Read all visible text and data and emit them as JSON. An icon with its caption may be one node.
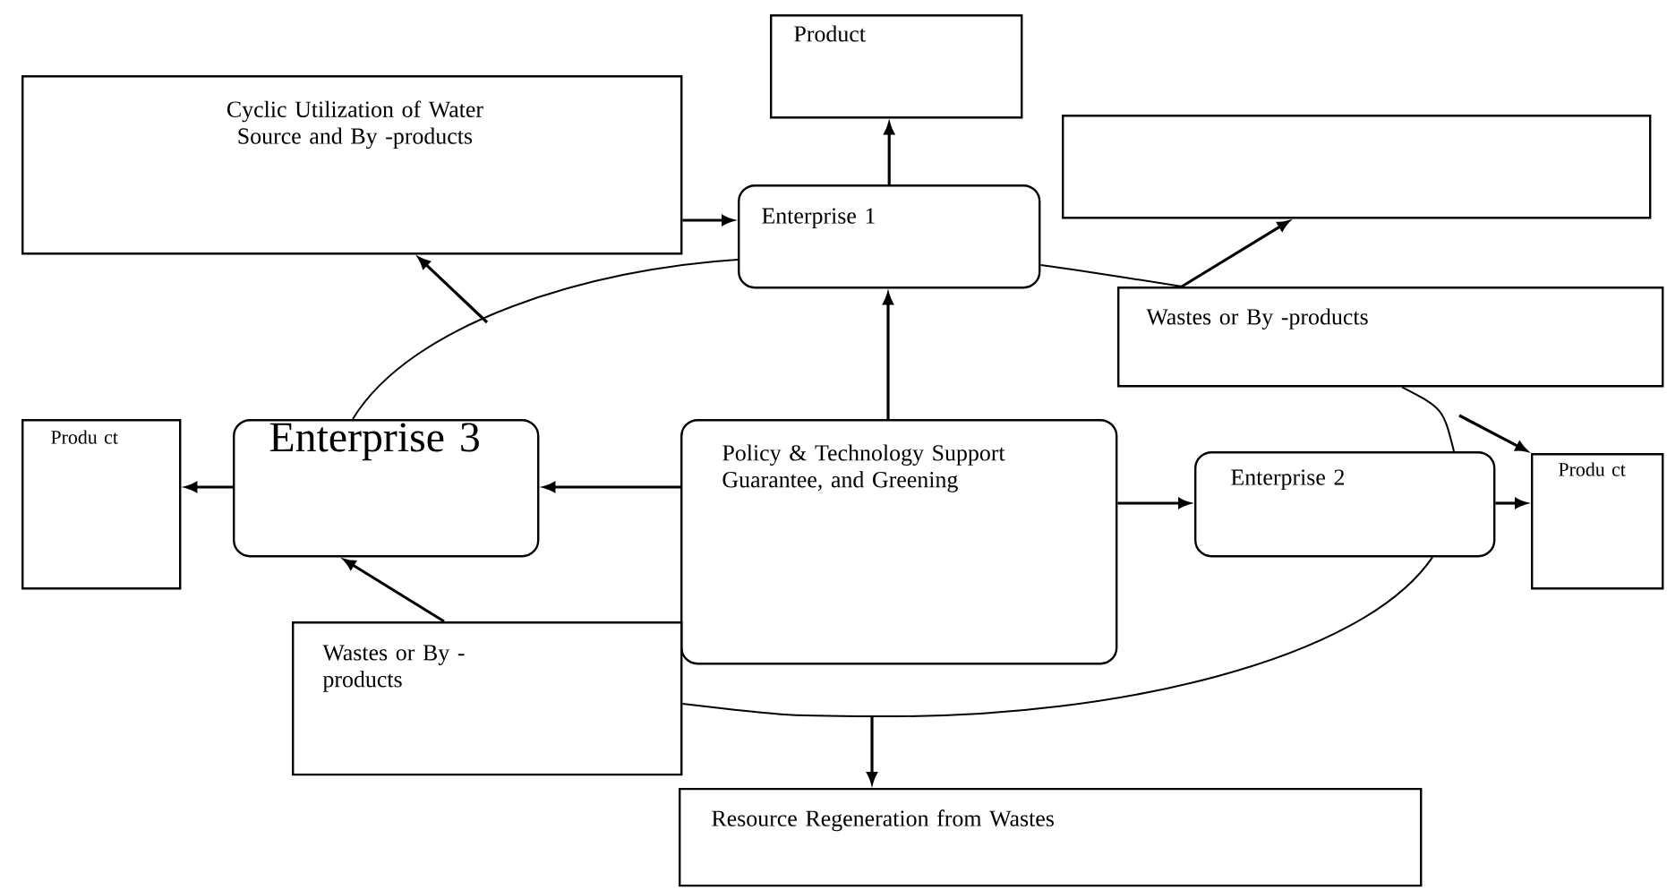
{
  "diagram": {
    "nodes": [
      {
        "text": [
          "Product"
        ]
      },
      {
        "text": [
          "Cyclic Utilization of Water Source and By -products"
        ]
      },
      {
        "text": [
          "Enterprise 1"
        ]
      },
      {
        "text": [],
        "shape": "box"
      },
      {
        "text": [
          "Wastes or By -products"
        ]
      },
      {
        "text": [
          "Produ ct"
        ]
      },
      {
        "text": [
          "Enterprise 3"
        ]
      },
      {
        "text": [
          "Policy & Technology Support Guarantee, and Greening"
        ]
      },
      {
        "text": [
          "Enterprise 2"
        ]
      },
      {
        "text": [
          "Produ ct"
        ]
      },
      {
        "text": [
          "Wastes or By - products"
        ]
      },
      {
        "text": [
          "Resource Regeneration from Wastes"
        ]
      }
    ],
    "edges": [
      {
        "from": 2,
        "to": 0,
        "arrow": "to"
      },
      {
        "from": 1,
        "to": 2,
        "arrow": "to"
      },
      {
        "from": 7,
        "to": 2,
        "arrow": "to"
      },
      {
        "from": 2,
        "to": 6,
        "arrow": "none"
      },
      {
        "from": null,
        "to": 1,
        "arrow": "to"
      },
      {
        "from": 2,
        "to": 4,
        "arrow": "none"
      },
      {
        "from": 4,
        "to": 3,
        "arrow": "to"
      },
      {
        "from": 4,
        "to": 8,
        "arrow": "none"
      },
      {
        "from": null,
        "to": 9,
        "arrow": "to"
      },
      {
        "from": 7,
        "to": 6,
        "arrow": "to"
      },
      {
        "from": 6,
        "to": 5,
        "arrow": "to"
      },
      {
        "from": 7,
        "to": 8,
        "arrow": "to"
      },
      {
        "from": 8,
        "to": 9,
        "arrow": "to"
      },
      {
        "from": 10,
        "to": 6,
        "arrow": "to"
      },
      {
        "from": 8,
        "to": 10,
        "arrow": "none"
      },
      {
        "from": null,
        "to": 11,
        "arrow": "to"
      }
    ]
  }
}
